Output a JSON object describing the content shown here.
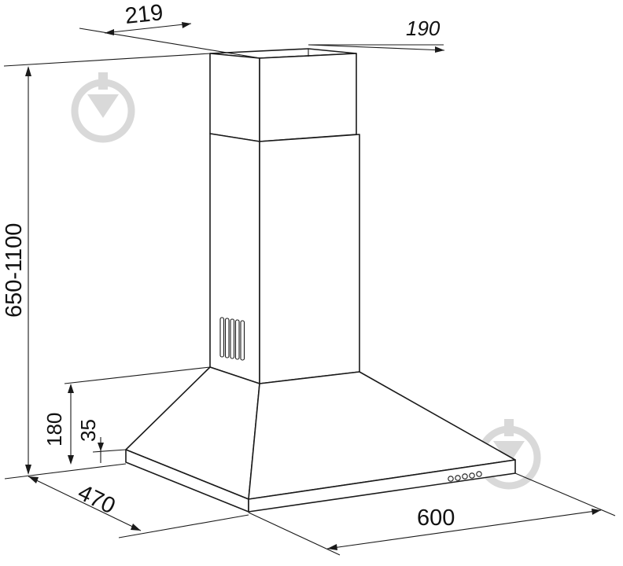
{
  "dimensions": {
    "duct_width": "219",
    "duct_depth": "190",
    "total_height": "650-1100",
    "hood_height": "180",
    "rim_height": "35",
    "hood_depth": "470",
    "hood_width": "600"
  },
  "colors": {
    "line": "#1a1a1a",
    "watermark": "#d9d9d9",
    "background": "#ffffff"
  },
  "icons": [
    "watermark-logo-icon",
    "vent-grille-icon",
    "control-buttons-icon"
  ]
}
